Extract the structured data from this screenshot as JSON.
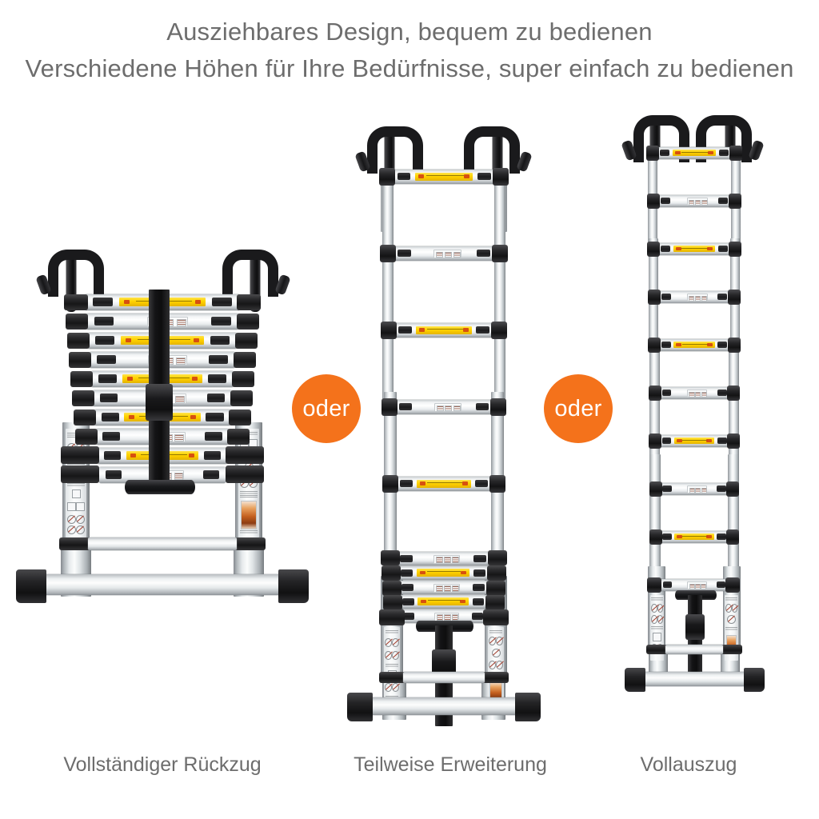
{
  "headline": {
    "line1": "Ausziehbares Design, bequem zu bedienen",
    "line2": "Verschiedene Höhen für Ihre Bedürfnisse, super einfach zu bedienen"
  },
  "connectors": [
    {
      "label": "oder"
    },
    {
      "label": "oder"
    }
  ],
  "captions": [
    "Vollständiger Rückzug",
    "Teilweise Erweiterung",
    "Vollauszug"
  ],
  "colors": {
    "background": "#ffffff",
    "text_gray": "#6d6d6d",
    "badge_orange": "#f4721b",
    "badge_text": "#ffffff",
    "warning_yellow": "#ffd400",
    "aluminium": "#e9ecee",
    "black_plastic": "#1a1a1c"
  },
  "products": [
    {
      "name": "Teleskopleiter vollständig eingefahren",
      "state": "collapsed",
      "rungs_total": 10,
      "rungs_extended": 0,
      "rungs_stacked": 10,
      "has_hooks": true,
      "has_strap": true,
      "has_stabilizer": true,
      "caption": "Vollständiger Rückzug"
    },
    {
      "name": "Teleskopleiter teilweise ausgefahren",
      "state": "partial",
      "rungs_total": 10,
      "rungs_extended": 5,
      "rungs_stacked": 5,
      "has_hooks": true,
      "has_strap": true,
      "has_stabilizer": true,
      "caption": "Teilweise Erweiterung"
    },
    {
      "name": "Teleskopleiter vollständig ausgefahren",
      "state": "extended",
      "rungs_total": 10,
      "rungs_extended": 10,
      "rungs_stacked": 0,
      "has_hooks": true,
      "has_strap": true,
      "has_stabilizer": true,
      "caption": "Vollauszug"
    }
  ]
}
